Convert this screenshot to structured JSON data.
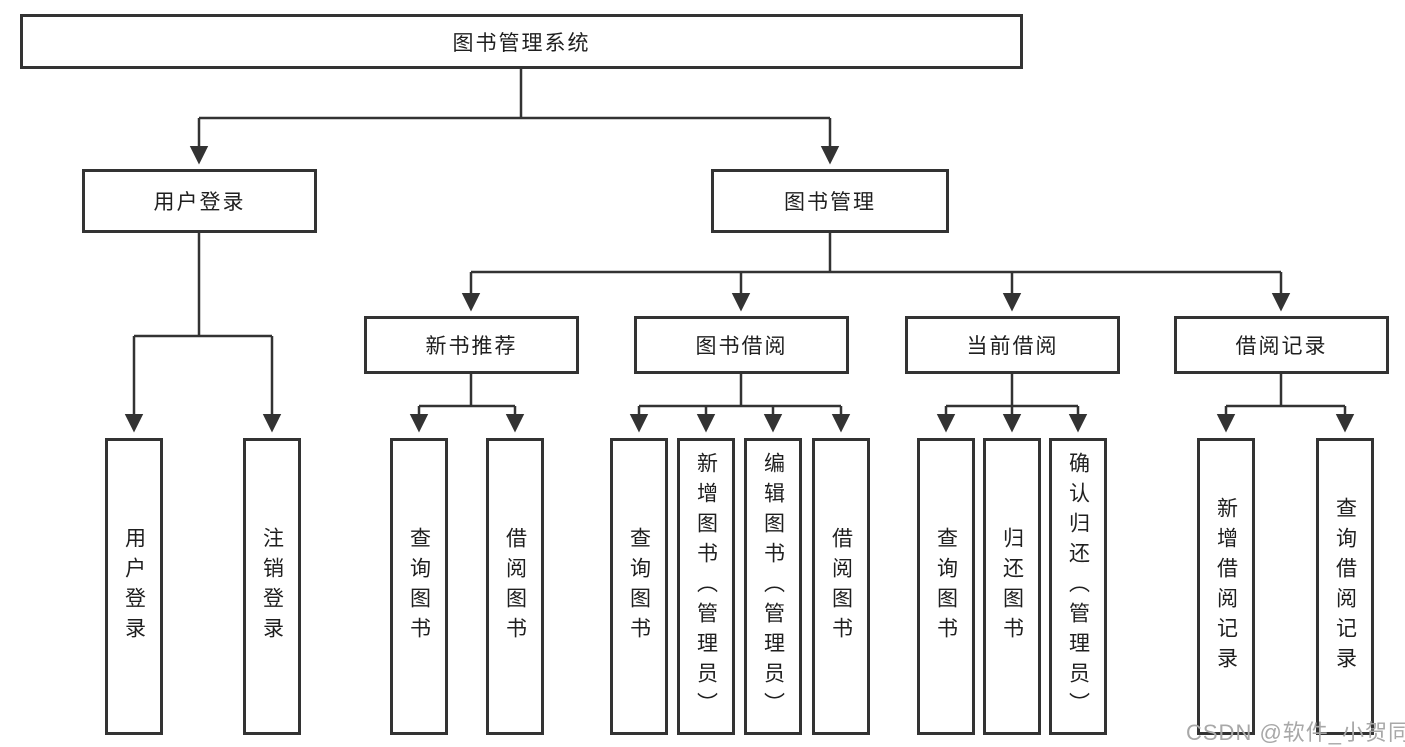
{
  "diagram": {
    "root": {
      "label": "图书管理系统"
    },
    "level2": [
      {
        "label": "用户登录"
      },
      {
        "label": "图书管理"
      }
    ],
    "level3": [
      {
        "label": "新书推荐"
      },
      {
        "label": "图书借阅"
      },
      {
        "label": "当前借阅"
      },
      {
        "label": "借阅记录"
      }
    ],
    "leaves": [
      {
        "parent": "用户登录",
        "label": "用户登录"
      },
      {
        "parent": "用户登录",
        "label": "注销登录"
      },
      {
        "parent": "新书推荐",
        "label": "查询图书"
      },
      {
        "parent": "新书推荐",
        "label": "借阅图书"
      },
      {
        "parent": "图书借阅",
        "label": "查询图书"
      },
      {
        "parent": "图书借阅",
        "label": "新增图书（管理员）"
      },
      {
        "parent": "图书借阅",
        "label": "编辑图书（管理员）"
      },
      {
        "parent": "图书借阅",
        "label": "借阅图书"
      },
      {
        "parent": "当前借阅",
        "label": "查询图书"
      },
      {
        "parent": "当前借阅",
        "label": "归还图书"
      },
      {
        "parent": "当前借阅",
        "label": "确认归还（管理员）"
      },
      {
        "parent": "借阅记录",
        "label": "新增借阅记录"
      },
      {
        "parent": "借阅记录",
        "label": "查询借阅记录"
      }
    ]
  },
  "watermark": {
    "text": "CSDN @软件_小贺同学",
    "color": "#a8a8a8"
  },
  "colors": {
    "line": "#333333",
    "box_border": "#333333",
    "text": "#1f1f1f",
    "background": "#ffffff"
  }
}
